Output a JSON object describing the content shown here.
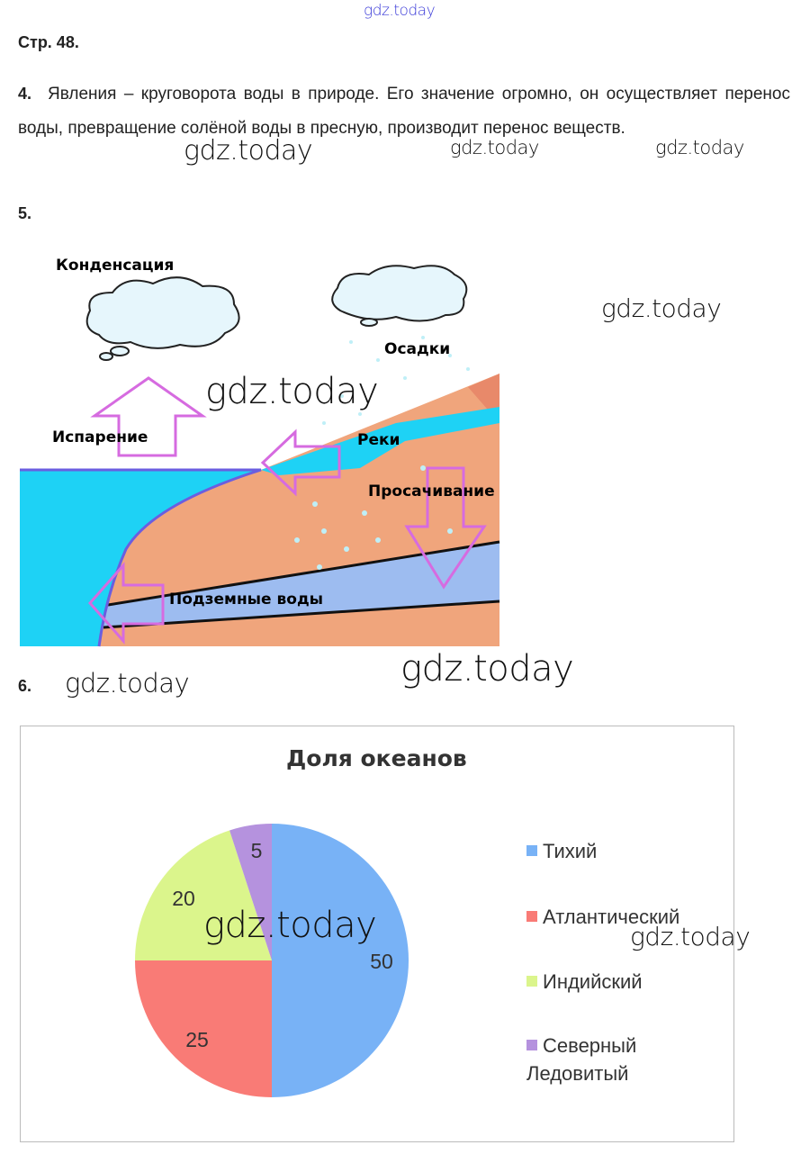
{
  "watermarks": [
    "gdz.today",
    "gdz.today",
    "gdz.today",
    "gdz.today",
    "gdz.today",
    "gdz.today",
    "gdz.today",
    "gdz.today",
    "gdz.today",
    "gdz.today"
  ],
  "page_heading": "Стр. 48.",
  "task4": {
    "number": "4.",
    "text": "Явления – круговорота воды в природе. Его значение огромно, он осуществляет перенос воды, превращение солёной воды в пресную, производит перенос веществ."
  },
  "task5": {
    "number": "5.",
    "labels": {
      "condensation": "Конденсация",
      "precipitation": "Осадки",
      "evaporation": "Испарение",
      "rivers": "Реки",
      "infiltration": "Просачивание",
      "groundwater": "Подземные воды"
    }
  },
  "task6": {
    "number": "6."
  },
  "chart_data": {
    "type": "pie",
    "title": "Доля океанов",
    "categories": [
      "Тихий",
      "Атлантический",
      "Индийский",
      "Северный Ледовитый"
    ],
    "legend": [
      "Тихий",
      "Атлантический",
      "Индийский",
      "Северный\nЛедовитый"
    ],
    "values": [
      50,
      25,
      20,
      5
    ],
    "data_labels": [
      "50",
      "25",
      "20",
      "5"
    ],
    "colors": [
      "#78b2f6",
      "#f97b76",
      "#dbf58c",
      "#b592de"
    ],
    "legend_position": "right"
  }
}
